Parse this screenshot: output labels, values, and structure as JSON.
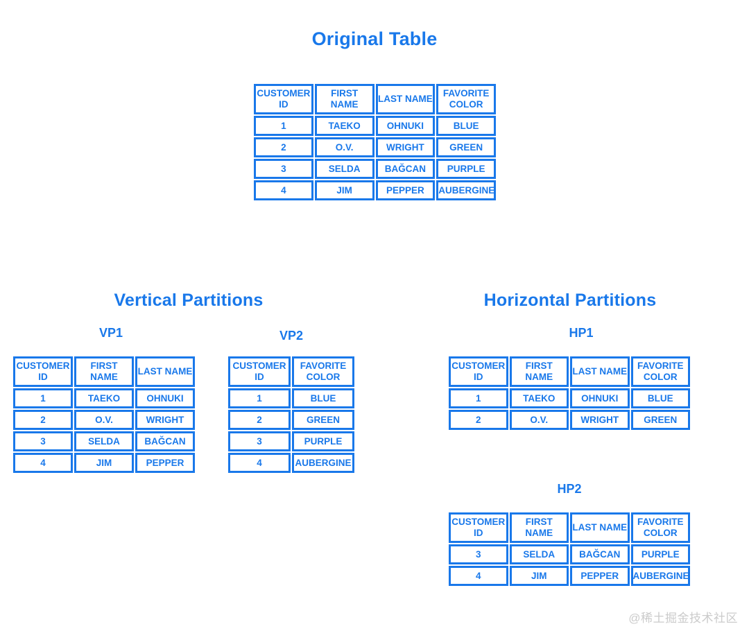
{
  "colors": {
    "blue": "#1978ea",
    "watermark_gray": "#cbcbcb"
  },
  "titles": {
    "original": "Original Table",
    "vertical": "Vertical Partitions",
    "horizontal": "Horizontal Partitions"
  },
  "watermark": "@稀土掘金技术社区",
  "tables": {
    "original": {
      "headers": [
        "CUSTOMER ID",
        "FIRST NAME",
        "LAST NAME",
        "FAVORITE COLOR"
      ],
      "rows": [
        [
          "1",
          "TAEKO",
          "OHNUKI",
          "BLUE"
        ],
        [
          "2",
          "O.V.",
          "WRIGHT",
          "GREEN"
        ],
        [
          "3",
          "SELDA",
          "BAĞCAN",
          "PURPLE"
        ],
        [
          "4",
          "JIM",
          "PEPPER",
          "AUBERGINE"
        ]
      ]
    },
    "vp1": {
      "label": "VP1",
      "headers": [
        "CUSTOMER ID",
        "FIRST NAME",
        "LAST NAME"
      ],
      "rows": [
        [
          "1",
          "TAEKO",
          "OHNUKI"
        ],
        [
          "2",
          "O.V.",
          "WRIGHT"
        ],
        [
          "3",
          "SELDA",
          "BAĞCAN"
        ],
        [
          "4",
          "JIM",
          "PEPPER"
        ]
      ]
    },
    "vp2": {
      "label": "VP2",
      "headers": [
        "CUSTOMER ID",
        "FAVORITE COLOR"
      ],
      "rows": [
        [
          "1",
          "BLUE"
        ],
        [
          "2",
          "GREEN"
        ],
        [
          "3",
          "PURPLE"
        ],
        [
          "4",
          "AUBERGINE"
        ]
      ]
    },
    "hp1": {
      "label": "HP1",
      "headers": [
        "CUSTOMER ID",
        "FIRST NAME",
        "LAST NAME",
        "FAVORITE COLOR"
      ],
      "rows": [
        [
          "1",
          "TAEKO",
          "OHNUKI",
          "BLUE"
        ],
        [
          "2",
          "O.V.",
          "WRIGHT",
          "GREEN"
        ]
      ]
    },
    "hp2": {
      "label": "HP2",
      "headers": [
        "CUSTOMER ID",
        "FIRST NAME",
        "LAST NAME",
        "FAVORITE COLOR"
      ],
      "rows": [
        [
          "3",
          "SELDA",
          "BAĞCAN",
          "PURPLE"
        ],
        [
          "4",
          "JIM",
          "PEPPER",
          "AUBERGINE"
        ]
      ]
    }
  }
}
